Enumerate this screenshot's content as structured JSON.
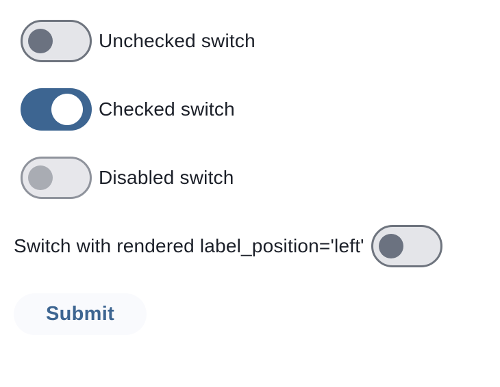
{
  "colors": {
    "accent_blue": "#3d6591",
    "track_off_fill": "#e4e5e9",
    "track_off_border": "#6e747e",
    "knob_off": "#6b7280",
    "track_disabled_fill": "#e7e7eb",
    "track_disabled_border": "#8f939c",
    "knob_disabled": "#a9acb3",
    "knob_on": "#ffffff",
    "label_text": "#1b1f28",
    "submit_bg": "#f9fafd",
    "submit_text": "#3d6591"
  },
  "switches": [
    {
      "label": "Unchecked switch",
      "state": "unchecked",
      "disabled": false,
      "label_position": "right",
      "aria_checked": "false"
    },
    {
      "label": "Checked switch",
      "state": "checked",
      "disabled": false,
      "label_position": "right",
      "aria_checked": "true"
    },
    {
      "label": "Disabled switch",
      "state": "unchecked",
      "disabled": true,
      "label_position": "right",
      "aria_checked": "false"
    },
    {
      "label": "Switch with rendered label_position='left'",
      "state": "unchecked",
      "disabled": false,
      "label_position": "left",
      "aria_checked": "false"
    }
  ],
  "submit_button": {
    "label": "Submit"
  }
}
